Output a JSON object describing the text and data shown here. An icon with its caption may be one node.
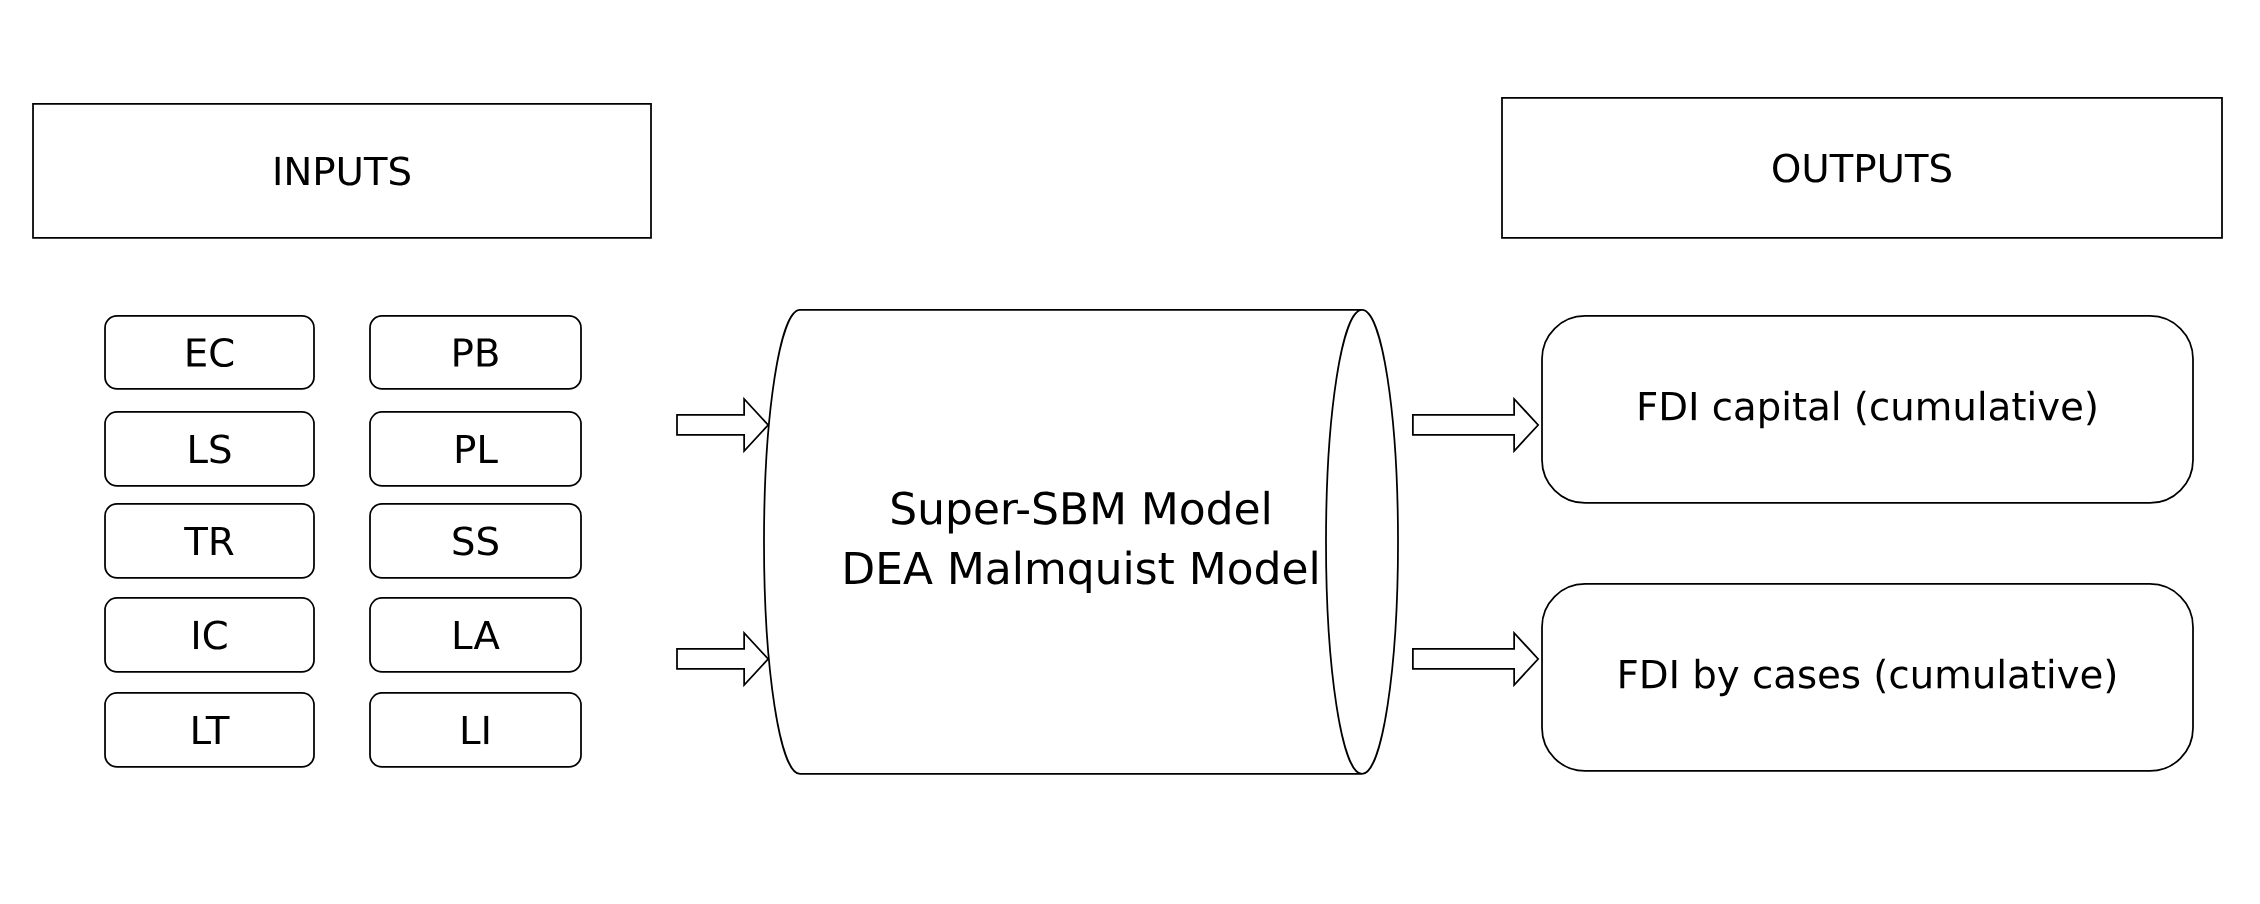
{
  "diagram": {
    "nodes": [
      {
        "text": [
          "INPUTS"
        ]
      },
      {
        "text": [
          "OUTPUTS"
        ]
      },
      {
        "text": [
          "EC"
        ]
      },
      {
        "text": [
          "PB"
        ]
      },
      {
        "text": [
          "LS"
        ]
      },
      {
        "text": [
          "PL"
        ]
      },
      {
        "text": [
          "TR"
        ]
      },
      {
        "text": [
          "SS"
        ]
      },
      {
        "text": [
          "IC"
        ]
      },
      {
        "text": [
          "LA"
        ]
      },
      {
        "text": [
          "LT"
        ]
      },
      {
        "text": [
          "LI"
        ]
      },
      {
        "text": [
          "Super-SBM Model",
          "DEA Malmquist Model"
        ]
      },
      {
        "text": [
          "FDI capital (cumulative)"
        ]
      },
      {
        "text": [
          "FDI by cases (cumulative)"
        ]
      }
    ],
    "edges": [
      {
        "from": null,
        "to": 12,
        "arrow": "to"
      },
      {
        "from": null,
        "to": 12,
        "arrow": "to"
      },
      {
        "from": 12,
        "to": 13,
        "arrow": "to"
      },
      {
        "from": 12,
        "to": 14,
        "arrow": "to"
      }
    ]
  }
}
